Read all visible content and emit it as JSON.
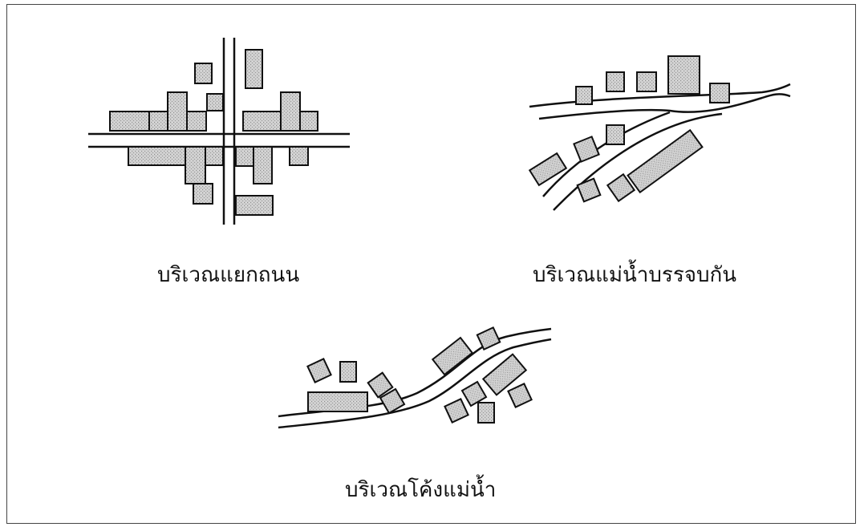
{
  "captions": {
    "intersection": "บริเวณแยกถนน",
    "confluence": "บริเวณแม่น้ำบรรจบกัน",
    "bend": "บริเวณโค้งแม่น้ำ"
  },
  "colors": {
    "building_fill": "#c9c9c9",
    "line": "#111111",
    "background": "#ffffff"
  }
}
